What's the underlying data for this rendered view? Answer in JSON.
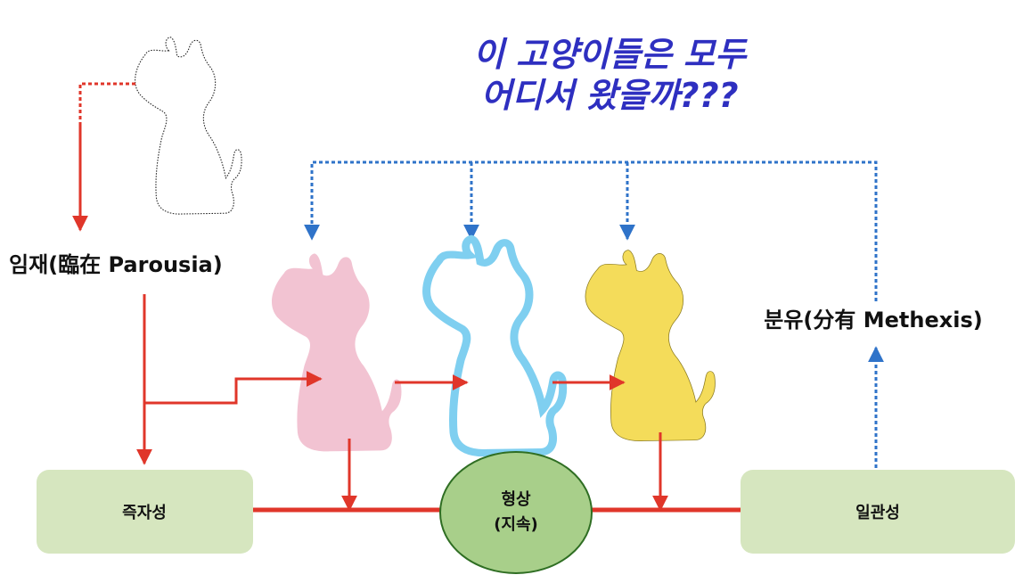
{
  "title": {
    "line1": "이 고양이들은 모두",
    "line2": "어디서 왔을까???"
  },
  "labels": {
    "parousia": "임재(臨在 Parousia)",
    "methexis": "분유(分有 Methexis)"
  },
  "boxes": {
    "left": "즉자성",
    "center_line1": "형상",
    "center_line2": "(지속)",
    "right": "일관성"
  },
  "colors": {
    "title": "#2e2fc0",
    "red_arrow": "#e0362a",
    "blue_arrow": "#2f73c9",
    "box_fill": "#d6e6bf",
    "ellipse_fill": "#a8cf8a",
    "ellipse_stroke": "#2f6e23",
    "cat_pink": "#f2c3d2",
    "cat_blue": "#7fcff0",
    "cat_yellow": "#f4dc5a",
    "cat_outline": "#222222"
  }
}
